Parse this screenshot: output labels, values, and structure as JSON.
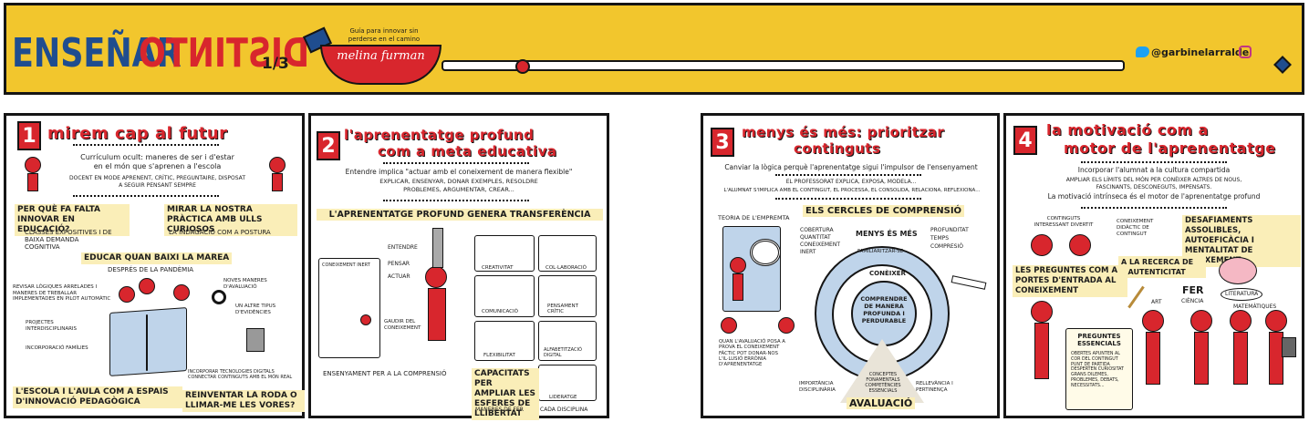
{
  "header": {
    "brand_a": "ENSEÑAR",
    "brand_b": "DISTINTO",
    "part": "1/3",
    "tagline": "Guía para innovar sin perderse en el camino",
    "author": "melina furman",
    "handle": "@garbinelarralde",
    "colors": {
      "yellow": "#f2c62d",
      "red": "#d8262d",
      "blue": "#1f4d8f"
    }
  },
  "panel1": {
    "num": "1",
    "title": "mirem cap al futur",
    "intro1": "Currículum ocult: maneres de ser i d'estar",
    "intro2": "en el món que s'aprenen a l'escola",
    "intro3": "DOCENT EN MODE APRENENT, CRÍTIC, PREGUNTAIRE, DISPOSAT",
    "intro4": "A SEGUIR PENSANT SEMPRE",
    "q1": "PER QUÈ FA FALTA INNOVAR EN EDUCACIÓ?",
    "a1": "CLASSES EXPOSITIVES I DE BAIXA DEMANDA COGNITIVA",
    "q2": "MIRAR LA NOSTRA PRÀCTICA AMB ULLS CURIOSOS",
    "a2": "LA INDAGACIÓ COM A POSTURA",
    "h3": "EDUCAR QUAN BAIXI LA MAREA",
    "h3sub": "DESPRÉS DE LA PANDÈMIA",
    "n1": "REVISAR LÒGIQUES ARRELADES I MANERES DE TREBALLAR IMPLEMENTADES EN PILOT AUTOMÀTIC",
    "n2": "NOVES MANERES D'AVALUACIÓ",
    "n3": "UN ALTRE TIPUS D'EVIDÈNCIES",
    "n4": "PROJECTES INTERDISCIPLINARIS",
    "n5": "INCORPORACIÓ FAMÍLIES",
    "n6": "INCORPORAR TECNOLOGIES DIGITALS CONNECTAR CONTINGUTS AMB EL MÓN REAL",
    "q3": "L'ESCOLA I L'AULA COM A ESPAIS D'INNOVACIÓ PEDAGÒGICA",
    "q4": "REINVENTAR LA RODA O LLIMAR-ME LES VORES?"
  },
  "panel2": {
    "num": "2",
    "title1": "l'aprenentatge profund",
    "title2": "com a meta educativa",
    "intro1": "Entendre implica \"actuar amb el coneixement de manera flexible\"",
    "intro2": "EXPLICAR, ENSENYAR, DONAR EXEMPLES, RESOLDRE",
    "intro3": "PROBLEMES, ARGUMENTAR, CREAR...",
    "banner": "L'APRENENTATGE PROFUND GENERA TRANSFERÈNCIA",
    "k1": "CONEIXEMENT INERT",
    "k2": "ENTENDRE",
    "k3": "PENSAR",
    "k4": "ACTUAR",
    "k5": "GAUDIR DEL CONEIXEMENT",
    "bottom": "ENSENYAMENT PER A LA COMPRENSIÓ",
    "skills": [
      "CREATIVITAT",
      "COL·LABORACIÓ",
      "COMUNICACIÓ",
      "PENSAMENT CRÍTIC",
      "FLEXIBILITAT",
      "ALFABETITZACIÓ DIGITAL",
      "LIDERATGE"
    ],
    "capacitats": "CAPACITATS PER AMPLIAR LES ESFERES DE LLIBERTAT",
    "foot1": "MANERES DE FER",
    "foot2": "CADA DISCIPLINA"
  },
  "panel3": {
    "num": "3",
    "title1": "menys és més: prioritzar",
    "title2": "continguts",
    "intro1": "Canviar la lògica perquè l'aprenentatge sigui l'impulsor de l'ensenyament",
    "intro2": "EL PROFESSORAT EXPLICA, EXPOSA, MODELA...",
    "intro3": "L'ALUMNAT S'IMPLICA AMB EL CONTINGUT, EL PROCESSA, EL CONSOLIDA, RELACIONA, REFLEXIONA...",
    "teoria": "TEORIA DE L'EMPREMTA",
    "cercles": "ELS CERCLES DE COMPRENSIÓ",
    "left_list": [
      "COBERTURA",
      "QUANTITAT",
      "CONEIXEMENT INERT"
    ],
    "menys": "MENYS ÉS MÉS",
    "right_list": [
      "PROFUNDITAT",
      "TEMPS",
      "COMPRESIÓ"
    ],
    "fam": "FAMILIARITZAR-SE",
    "conn": "CONÈIXER",
    "core": "COMPRENDRE DE MANERA PROFUNDA I PERDURABLE",
    "tri": "CONCEPTES FONAMENTALS COMPETÈNCIES ESSENCIALS",
    "aval_note": "QUAN L'AVALUACIÓ POSA A PROVA EL CONEIXEMENT FÀCTIC POT DONAR-NOS L'IL·LUSIÓ ERRÒNIA D'APRENENTATGE",
    "imp": "IMPORTÀNCIA DISCIPLINÀRIA",
    "rel": "RELLEVÀNCIA I PERTINENÇA",
    "avaluacio": "AVALUACIÓ"
  },
  "panel4": {
    "num": "4",
    "title1": "la motivació com a",
    "title2": "motor de l'aprenentatge",
    "intro1": "Incorporar l'alumnat a la cultura compartida",
    "intro2": "AMPLIAR ELS LÍMITS DEL MÓN PER CONÈIXER ALTRES DE NOUS,",
    "intro3": "FASCINANTS, DESCONEGUTS, IMPENSATS.",
    "intro4": "La motivació intrínseca és el motor de l'aprenentatge profund",
    "cont": "CONTINGUTS INTERESSANT DIVERTIT",
    "coneix": "CONEIXEMENT DIDÀCTIC DE CONTINGUT",
    "desaf": "DESAFIAMENTS ASSOLIBLES, AUTOEFICÀCIA I MENTALITAT DE CREIXEMENT",
    "recerca": "A LA RECERCA DE L'AUTENTICITAT",
    "preg": "LES PREGUNTES COM A PORTES D'ENTRADA AL CONEIXEMENT",
    "fer": "FER",
    "art": "ART",
    "ciencia": "CIÈNCIA",
    "lit": "LITERATURA",
    "mat": "MATEMÀTIQUES",
    "pe_title": "PREGUNTES ESSENCIALS",
    "pe_body": "OBERTES APUNTEN AL COR DEL CONTINGUT PUNT DE PARTIDA DESPERTEN CURIOSITAT GRANS DILEMES, PROBLEMES, DEBATS, NECESSITATS..."
  }
}
